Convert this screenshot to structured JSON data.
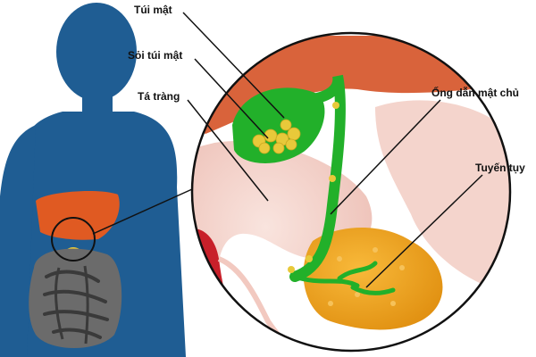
{
  "labels": {
    "gallbladder": "Túi mật",
    "gallstones": "Sỏi túi mật",
    "duodenum": "Tá tràng",
    "common_bile_duct": "Ống dẫn mật chủ",
    "pancreas": "Tuyến tụy"
  },
  "colors": {
    "silhouette": "#1f5d93",
    "liver": "#e05a22",
    "gallbladder": "#22b02a",
    "gallstone": "#e8c93a",
    "duodenum": "#f2c9c0",
    "duodenum_inner": "#c8202a",
    "pancreas": "#f0a61e",
    "intestine": "#6b6b6b",
    "leader_line": "#111111"
  }
}
